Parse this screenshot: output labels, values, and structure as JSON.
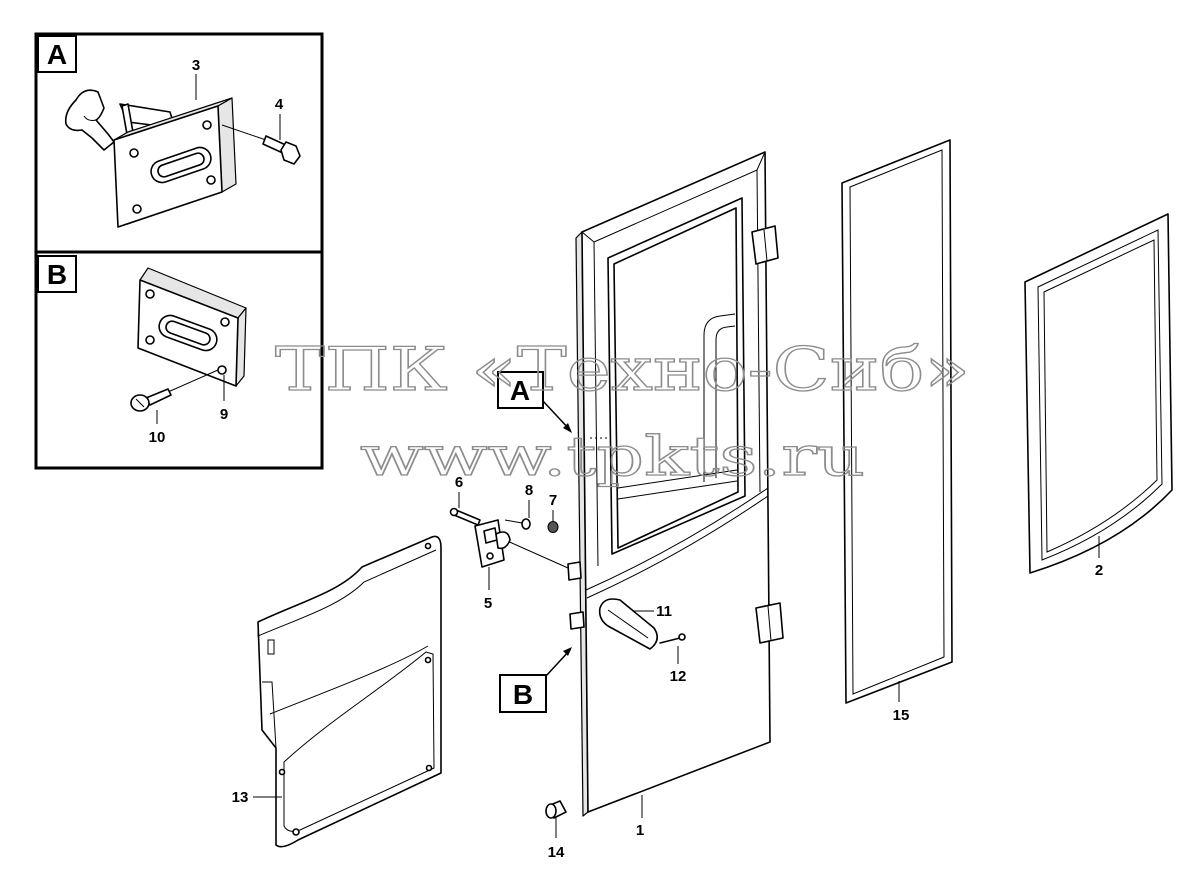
{
  "inset_a": {
    "label": "A",
    "part_3": "3",
    "part_4": "4"
  },
  "inset_b": {
    "label": "B",
    "part_9": "9",
    "part_10": "10"
  },
  "callouts": {
    "view_a": "A",
    "view_b": "B"
  },
  "parts": {
    "p1": "1",
    "p2": "2",
    "p5": "5",
    "p6": "6",
    "p7": "7",
    "p8": "8",
    "p11": "11",
    "p12": "12",
    "p13": "13",
    "p14": "14",
    "p15": "15"
  },
  "watermark": {
    "line1": "ТПК «Техно-Сиб»",
    "line2": "www.tpkts.ru"
  }
}
